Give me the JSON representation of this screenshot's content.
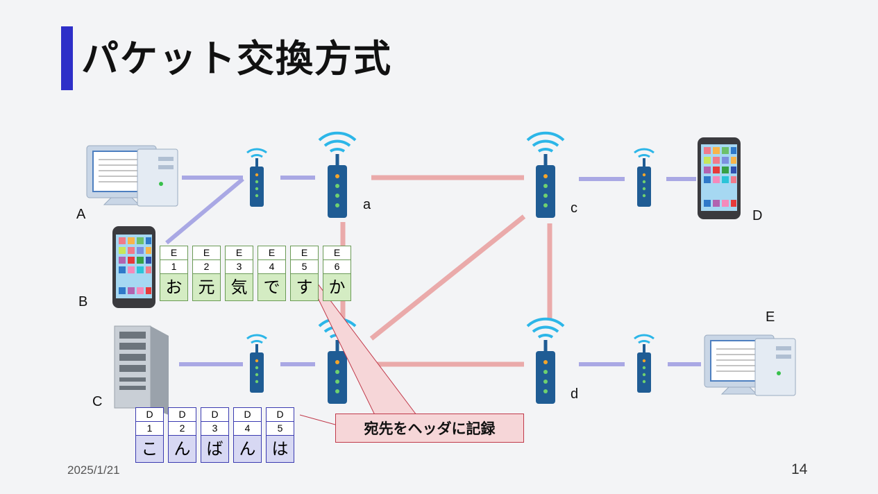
{
  "title": "パケット交換方式",
  "nodes": {
    "A": "A",
    "B": "B",
    "C": "C",
    "D": "D",
    "E": "E"
  },
  "routers": {
    "a": "a",
    "c": "c",
    "d": "d"
  },
  "packets_green": [
    {
      "dest": "E",
      "seq": "1",
      "char": "お"
    },
    {
      "dest": "E",
      "seq": "2",
      "char": "元"
    },
    {
      "dest": "E",
      "seq": "3",
      "char": "気"
    },
    {
      "dest": "E",
      "seq": "4",
      "char": "で"
    },
    {
      "dest": "E",
      "seq": "5",
      "char": "す"
    },
    {
      "dest": "E",
      "seq": "6",
      "char": "か"
    }
  ],
  "packets_blue": [
    {
      "dest": "D",
      "seq": "1",
      "char": "こ"
    },
    {
      "dest": "D",
      "seq": "2",
      "char": "ん"
    },
    {
      "dest": "D",
      "seq": "3",
      "char": "ば"
    },
    {
      "dest": "D",
      "seq": "4",
      "char": "ん"
    },
    {
      "dest": "D",
      "seq": "5",
      "char": "は"
    }
  ],
  "callout": "宛先をヘッダに記録",
  "footer": {
    "date": "2025/1/21",
    "page": "14"
  },
  "colors": {
    "accent": "#2e2fc8",
    "access_link": "#a9a8e4",
    "core_link": "#eaaaaa",
    "router": "#1f5c94",
    "wifi": "#2cb6e8"
  }
}
